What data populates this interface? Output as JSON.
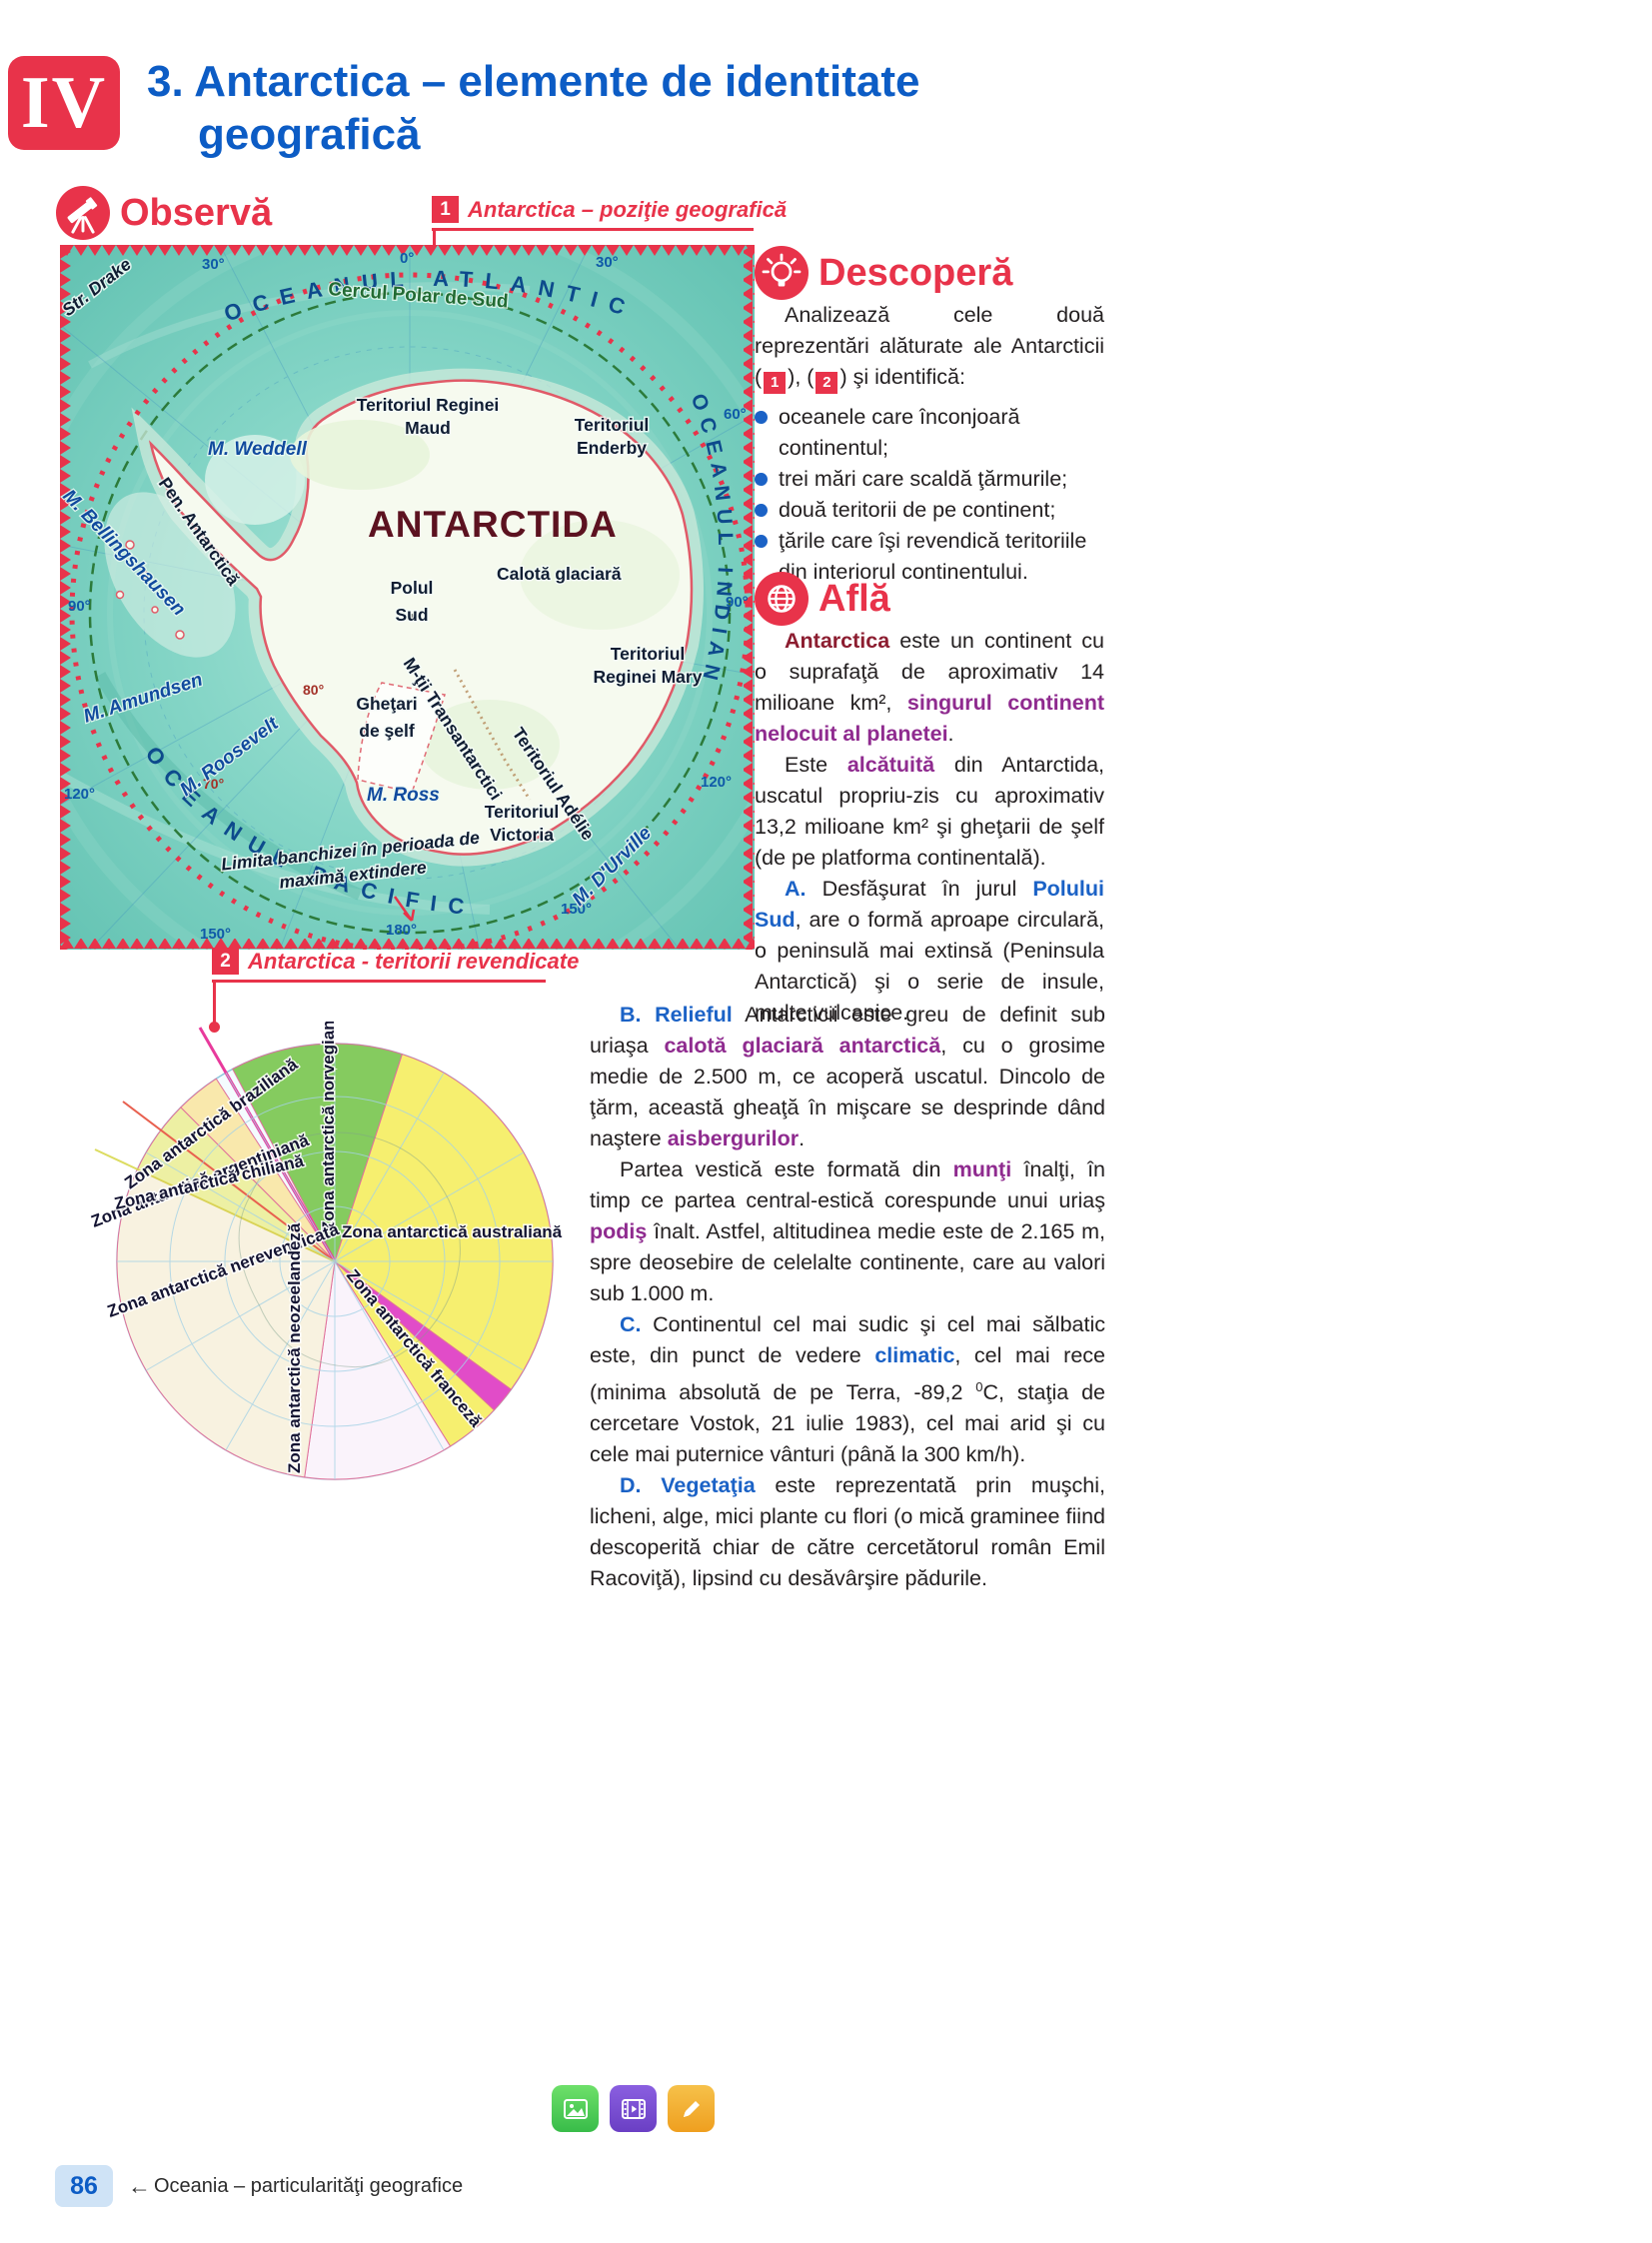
{
  "colors": {
    "accent_red": "#e8334a",
    "title_blue": "#0c5cc5",
    "text_blue": "#1b62c6",
    "text_purple": "#8f2b8f",
    "text_maroon": "#8c1d30",
    "ocean_teal": "#7fd0c2",
    "claim_yellow": "#f6ef6f",
    "claim_green": "#85cb5f",
    "claim_magenta": "#e14cc8"
  },
  "header": {
    "unit_badge": "IV",
    "title_line1": "3. Antarctica – elemente de identitate",
    "title_line2": "geografică"
  },
  "observa": {
    "label": "Observă"
  },
  "figure1": {
    "number": "1",
    "caption": "Antarctica – poziţie geografică"
  },
  "figure2": {
    "number": "2",
    "caption": "Antarctica - teritorii revendicate"
  },
  "descopera": {
    "label": "Descoperă",
    "intro_runs": [
      {
        "t": "Analizează cele două reprezentări alăturate ale Antarcticii ("
      },
      {
        "t": "1",
        "c": "numbox"
      },
      {
        "t": "), ("
      },
      {
        "t": "2",
        "c": "numbox"
      },
      {
        "t": ") şi identifică:"
      }
    ],
    "bullets": [
      "oceanele care înconjoară continentul;",
      "trei mări care scaldă ţărmurile;",
      "două teritorii de pe continent;",
      "ţările care îşi revendică teritoriile din interiorul continentului."
    ]
  },
  "afla": {
    "label": "Află",
    "p1_runs": [
      {
        "t": "Antarctica",
        "c": "b maroon"
      },
      {
        "t": " este un continent cu o suprafaţă de aproximativ 14 milioane km², "
      },
      {
        "t": "singurul continent nelocuit al planetei",
        "c": "b purple"
      },
      {
        "t": "."
      }
    ],
    "p2_runs": [
      {
        "t": "Este "
      },
      {
        "t": "alcătuită",
        "c": "b purple"
      },
      {
        "t": " din Antarctida, uscatul propriu-zis cu aproximativ 13,2 milioane km² şi gheţarii de şelf (de pe platforma continentală)."
      }
    ],
    "p3_runs": [
      {
        "t": "A.",
        "c": "b blue"
      },
      {
        "t": " Desfăşurat în jurul "
      },
      {
        "t": "Polului Sud",
        "c": "b blue"
      },
      {
        "t": ", are o formă aproape circulară, o peninsulă mai extinsă (Peninsula Antarctică) şi o serie de insule, multe vulcanice."
      }
    ]
  },
  "sections": {
    "b1_runs": [
      {
        "t": "B. Relieful",
        "c": "b blue"
      },
      {
        "t": " Antarcticii este greu de definit sub uriaşa "
      },
      {
        "t": "calotă glaciară antarctică",
        "c": "b purple"
      },
      {
        "t": ", cu o grosime medie de 2.500 m, ce acoperă uscatul. Dincolo de ţărm, această gheaţă în mişcare se desprinde dând naştere "
      },
      {
        "t": "aisbergurilor",
        "c": "b purple"
      },
      {
        "t": "."
      }
    ],
    "b2_runs": [
      {
        "t": "Partea vestică este formată din "
      },
      {
        "t": "munţi",
        "c": "b purple"
      },
      {
        "t": " înalţi, în timp ce partea central-estică corespunde unui uriaş "
      },
      {
        "t": "podiş",
        "c": "b purple"
      },
      {
        "t": " înalt. Astfel, altitudinea medie este de 2.165 m, spre deosebire de celelalte continente, care au valori sub 1.000 m."
      }
    ],
    "c_runs": [
      {
        "t": "C.",
        "c": "b blue"
      },
      {
        "t": " Continentul cel mai sudic şi cel mai sălbatic este, din punct de vedere "
      },
      {
        "t": "climatic",
        "c": "b blue"
      },
      {
        "t": ", cel mai rece (minima absolută de pe Terra, -89,2 "
      },
      {
        "t": "0",
        "c": "sup"
      },
      {
        "t": "C, staţia de cercetare Vostok, 21 iulie 1983), cel mai arid şi cu cele mai puternice vânturi (până la 300 km/h)."
      }
    ],
    "d_runs": [
      {
        "t": "D. Vegetaţia",
        "c": "b blue"
      },
      {
        "t": " este reprezentată prin muşchi, licheni, alge, mici plante cu flori (o mică graminee fiind descoperită chiar de către cercetătorul român Emil Racoviţă), lipsind cu desăvârşire pădurile."
      }
    ]
  },
  "map1": {
    "str_drake": "Str. Drake",
    "ocean_atlantic": "OCEANUL ATLANTIC",
    "ocean_indian": "OCEANUL INDIAN",
    "ocean_pacific": "OCEANUL PACIFIC",
    "cercul_polar": "Cercul Polar de Sud",
    "antarctida": "ANTARCTIDA",
    "calota_glaciara": "Calotă glaciară",
    "polul_1": "Polul",
    "polul_2": "Sud",
    "maud_1": "Teritoriul Reginei",
    "maud_2": "Maud",
    "enderby_1": "Teritoriul",
    "enderby_2": "Enderby",
    "mary_1": "Teritoriul",
    "mary_2": "Reginei Mary",
    "adelie": "Teritoriul Adélie",
    "victoria_1": "Teritoriul",
    "victoria_2": "Victoria",
    "pen_antarctica": "Pen. Antarctică",
    "m_weddell": "M. Weddell",
    "m_bellingshausen": "M. Bellingshausen",
    "m_amundsen": "M. Amundsen",
    "m_roosevelt": "M. Roosevelt",
    "m_ross": "M. Ross",
    "m_durville": "M. D'Urville",
    "mtii_transantarctici": "M-ţii Transantarctici",
    "ghetari_1": "Gheţari",
    "ghetari_2": "de şelf",
    "limita_1": "Limita banchizei în perioada de",
    "limita_2": "maximă extindere",
    "d30l": "30°",
    "d0": "0°",
    "d30r": "30°",
    "d60r": "60°",
    "d80": "80°",
    "d70": "70°",
    "d90l": "90°",
    "d90r": "90°",
    "d120l": "120°",
    "d120r": "120°",
    "d150l": "150°",
    "d180": "180°",
    "d150r": "150°"
  },
  "map2": {
    "zones": [
      "Zona antarctică norvegiană",
      "Zona antarctică braziliană",
      "Zona antarctică argentiniană",
      "Zona antarctică chiliană",
      "Zona antarctică australiană",
      "Zona antarctică nerevendicată",
      "Zona antarctică neozeelandeză",
      "Zona antarctică franceză"
    ]
  },
  "footer": {
    "page_number": "86",
    "back_arrow": "←",
    "section": "Oceania – particularităţi geografice"
  }
}
